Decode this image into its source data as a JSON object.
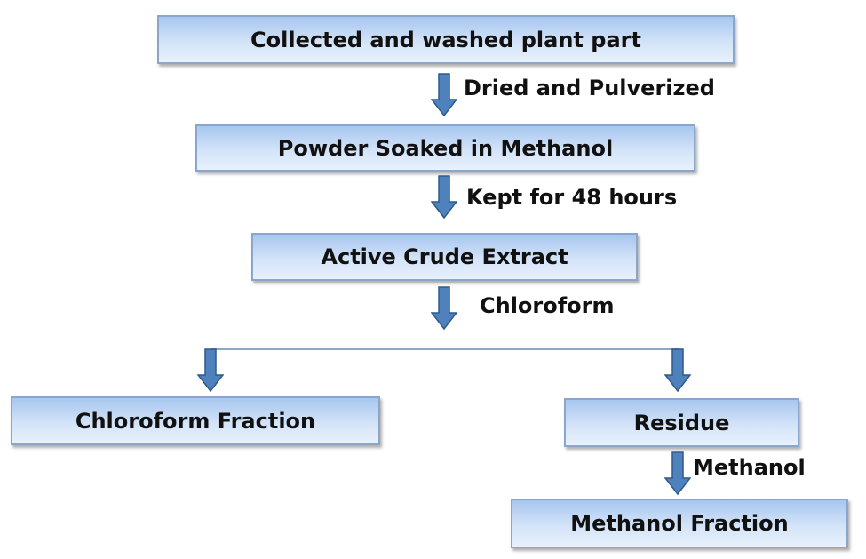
{
  "boxes": {
    "collected": "Collected and washed plant part",
    "powder": "Powder Soaked in Methanol",
    "crude": "Active Crude Extract",
    "chloroform_fraction": "Chloroform Fraction",
    "residue": "Residue",
    "methanol_fraction": "Methanol Fraction"
  },
  "steps": {
    "dried": "Dried and Pulverized",
    "kept": "Kept for 48 hours",
    "chloroform": "Chloroform",
    "methanol": "Methanol"
  },
  "colors": {
    "arrow": "#4f81bd",
    "box_border": "#8aa6c8"
  }
}
